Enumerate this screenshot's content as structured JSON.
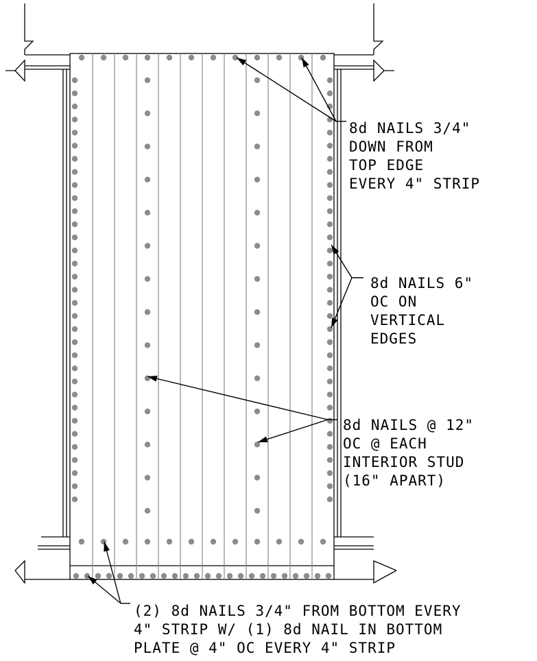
{
  "notes": {
    "top_edge": [
      "8d NAILS 3/4\"",
      "DOWN FROM",
      "TOP EDGE",
      "EVERY 4\" STRIP"
    ],
    "vertical_edges": [
      "8d NAILS 6\"",
      "OC ON",
      "VERTICAL",
      "EDGES"
    ],
    "interior_stud": [
      "8d NAILS @ 12\"",
      "OC @ EACH",
      "INTERIOR STUD",
      "(16\" APART)"
    ],
    "bottom": [
      "(2) 8d NAILS 3/4\" FROM BOTTOM EVERY",
      "4\" STRIP W/ (1) 8d NAIL IN BOTTOM",
      "PLATE @ 4\" OC EVERY 4\" STRIP"
    ]
  },
  "colors": {
    "line": "#000000",
    "strip": "#8a8a8a",
    "nail": "#8c8c8c"
  }
}
